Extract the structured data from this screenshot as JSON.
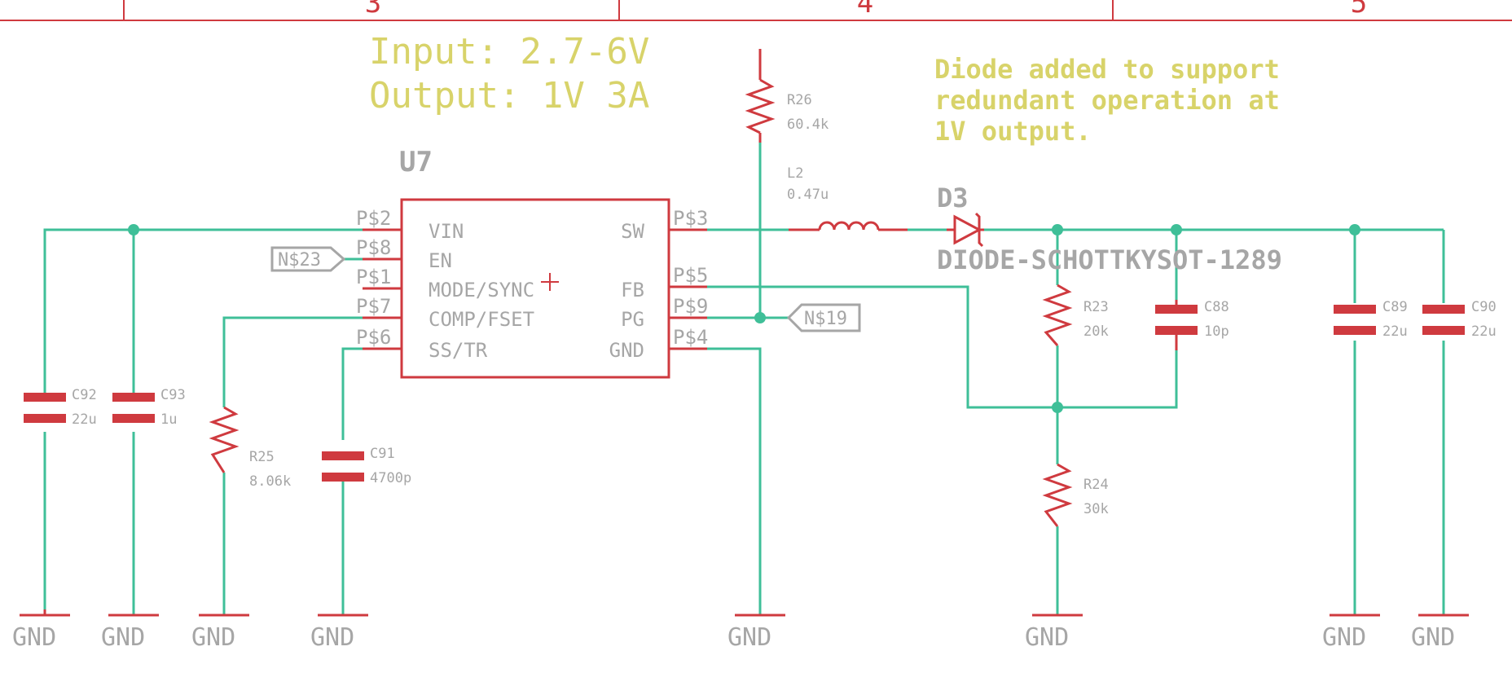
{
  "frame": {
    "columns": [
      "3",
      "4",
      "5"
    ]
  },
  "notes": {
    "input": "Input: 2.7-6V",
    "output": "Output: 1V 3A",
    "diode_line1": "Diode added to support",
    "diode_line2": "redundant operation at",
    "diode_line3": "1V output."
  },
  "ic": {
    "name": "U7",
    "left_pins": [
      {
        "num": "P$2",
        "func": "VIN"
      },
      {
        "num": "P$8",
        "func": "EN"
      },
      {
        "num": "P$1",
        "func": "MODE/SYNC"
      },
      {
        "num": "P$7",
        "func": "COMP/FSET"
      },
      {
        "num": "P$6",
        "func": "SS/TR"
      }
    ],
    "right_pins": [
      {
        "num": "P$3",
        "func": "SW"
      },
      {
        "num": "P$5",
        "func": "FB"
      },
      {
        "num": "P$9",
        "func": "PG"
      },
      {
        "num": "P$4",
        "func": "GND"
      }
    ]
  },
  "nets": {
    "en": "N$23",
    "pg": "N$19"
  },
  "parts": {
    "r26": {
      "name": "R26",
      "value": "60.4k"
    },
    "l2": {
      "name": "L2",
      "value": "0.47u"
    },
    "d3": {
      "name": "D3",
      "value": "DIODE-SCHOTTKYSOT-1289"
    },
    "r23": {
      "name": "R23",
      "value": "20k"
    },
    "c88": {
      "name": "C88",
      "value": "10p"
    },
    "c89": {
      "name": "C89",
      "value": "22u"
    },
    "c90": {
      "name": "C90",
      "value": "22u"
    },
    "c92": {
      "name": "C92",
      "value": "22u"
    },
    "c93": {
      "name": "C93",
      "value": "1u"
    },
    "r25": {
      "name": "R25",
      "value": "8.06k"
    },
    "c91": {
      "name": "C91",
      "value": "4700p"
    },
    "r24": {
      "name": "R24",
      "value": "30k"
    }
  },
  "ground_label": "GND"
}
